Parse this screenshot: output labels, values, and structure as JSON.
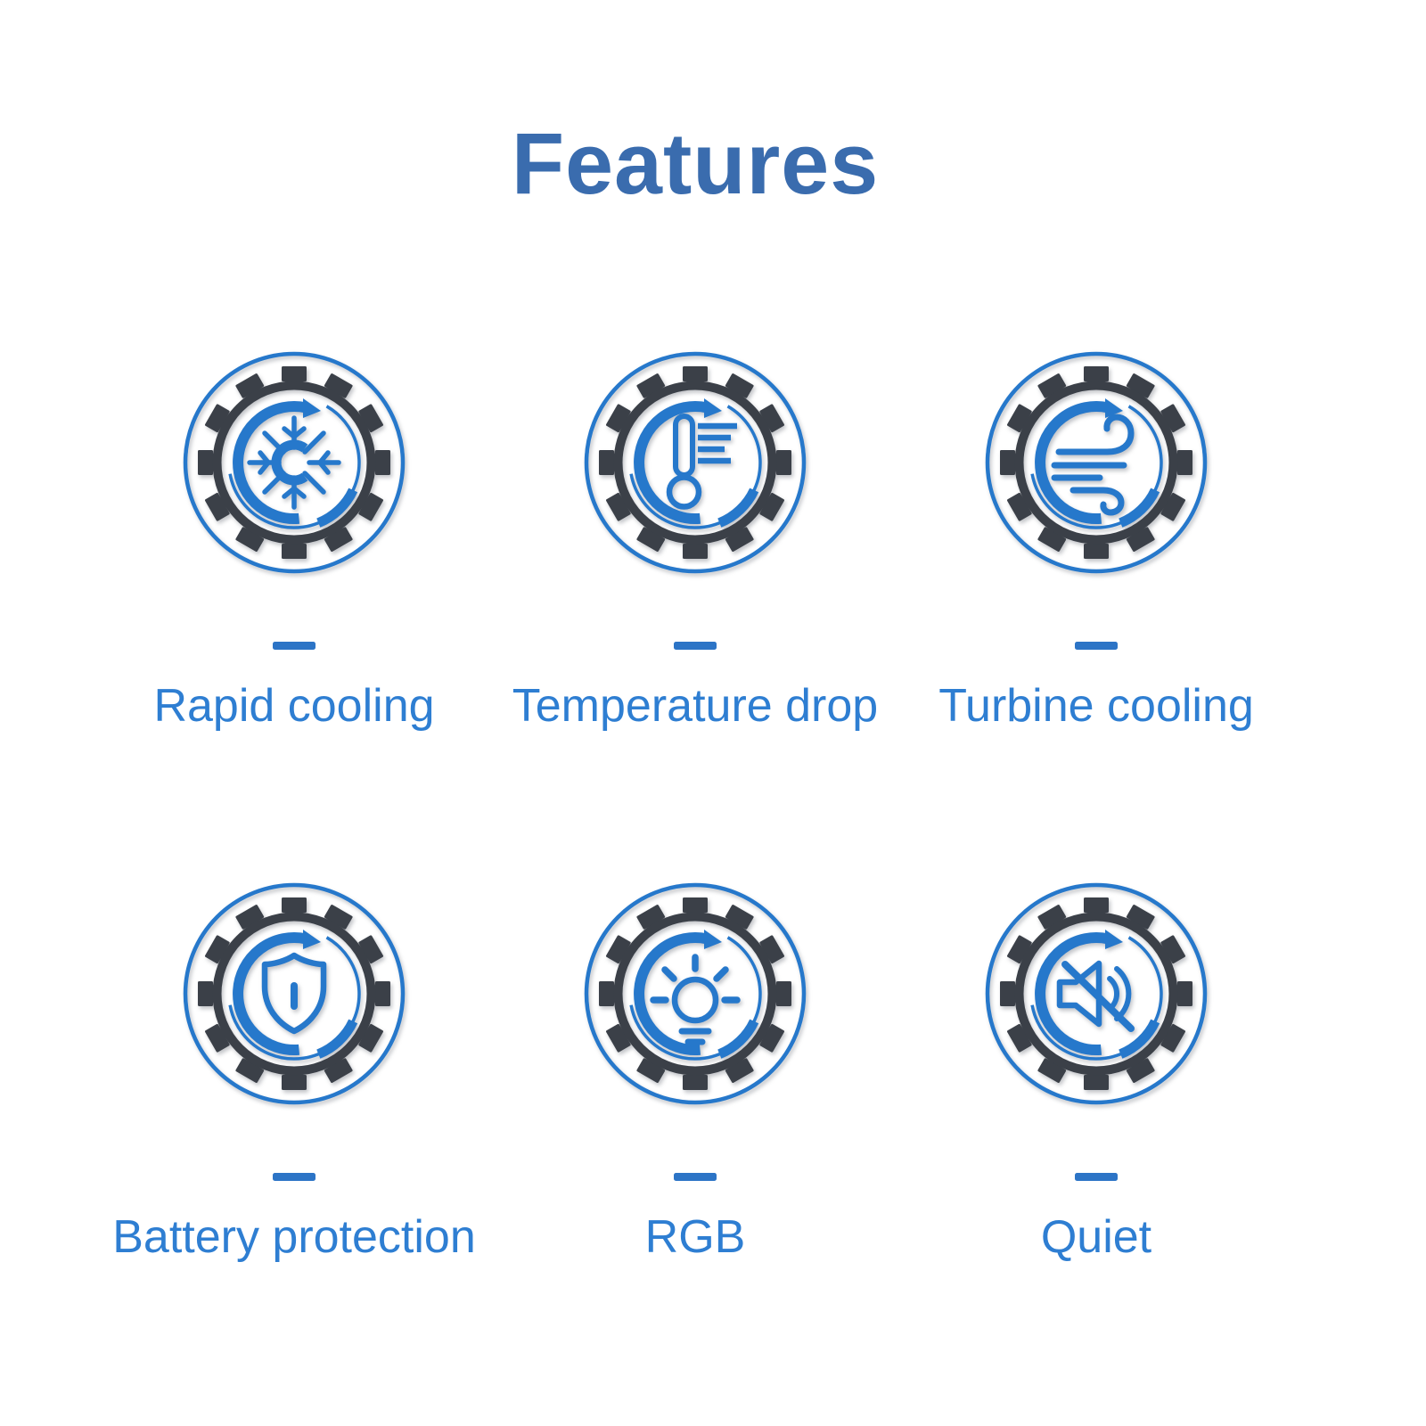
{
  "page": {
    "background": "#ffffff"
  },
  "header": {
    "title": "Features"
  },
  "colors": {
    "title": "#3a6cae",
    "label": "#2e7ed2",
    "icon_blue": "#2678cb",
    "gear_dark": "#3b4048",
    "dash": "#2c74c6"
  },
  "features": [
    {
      "label": "Rapid cooling",
      "icon": "snowflake-icon"
    },
    {
      "label": "Temperature drop",
      "icon": "thermometer-icon"
    },
    {
      "label": "Turbine cooling",
      "icon": "wind-icon"
    },
    {
      "label": "Battery protection",
      "icon": "shield-icon"
    },
    {
      "label": "RGB",
      "icon": "bulb-icon"
    },
    {
      "label": "Quiet",
      "icon": "mute-icon"
    }
  ]
}
